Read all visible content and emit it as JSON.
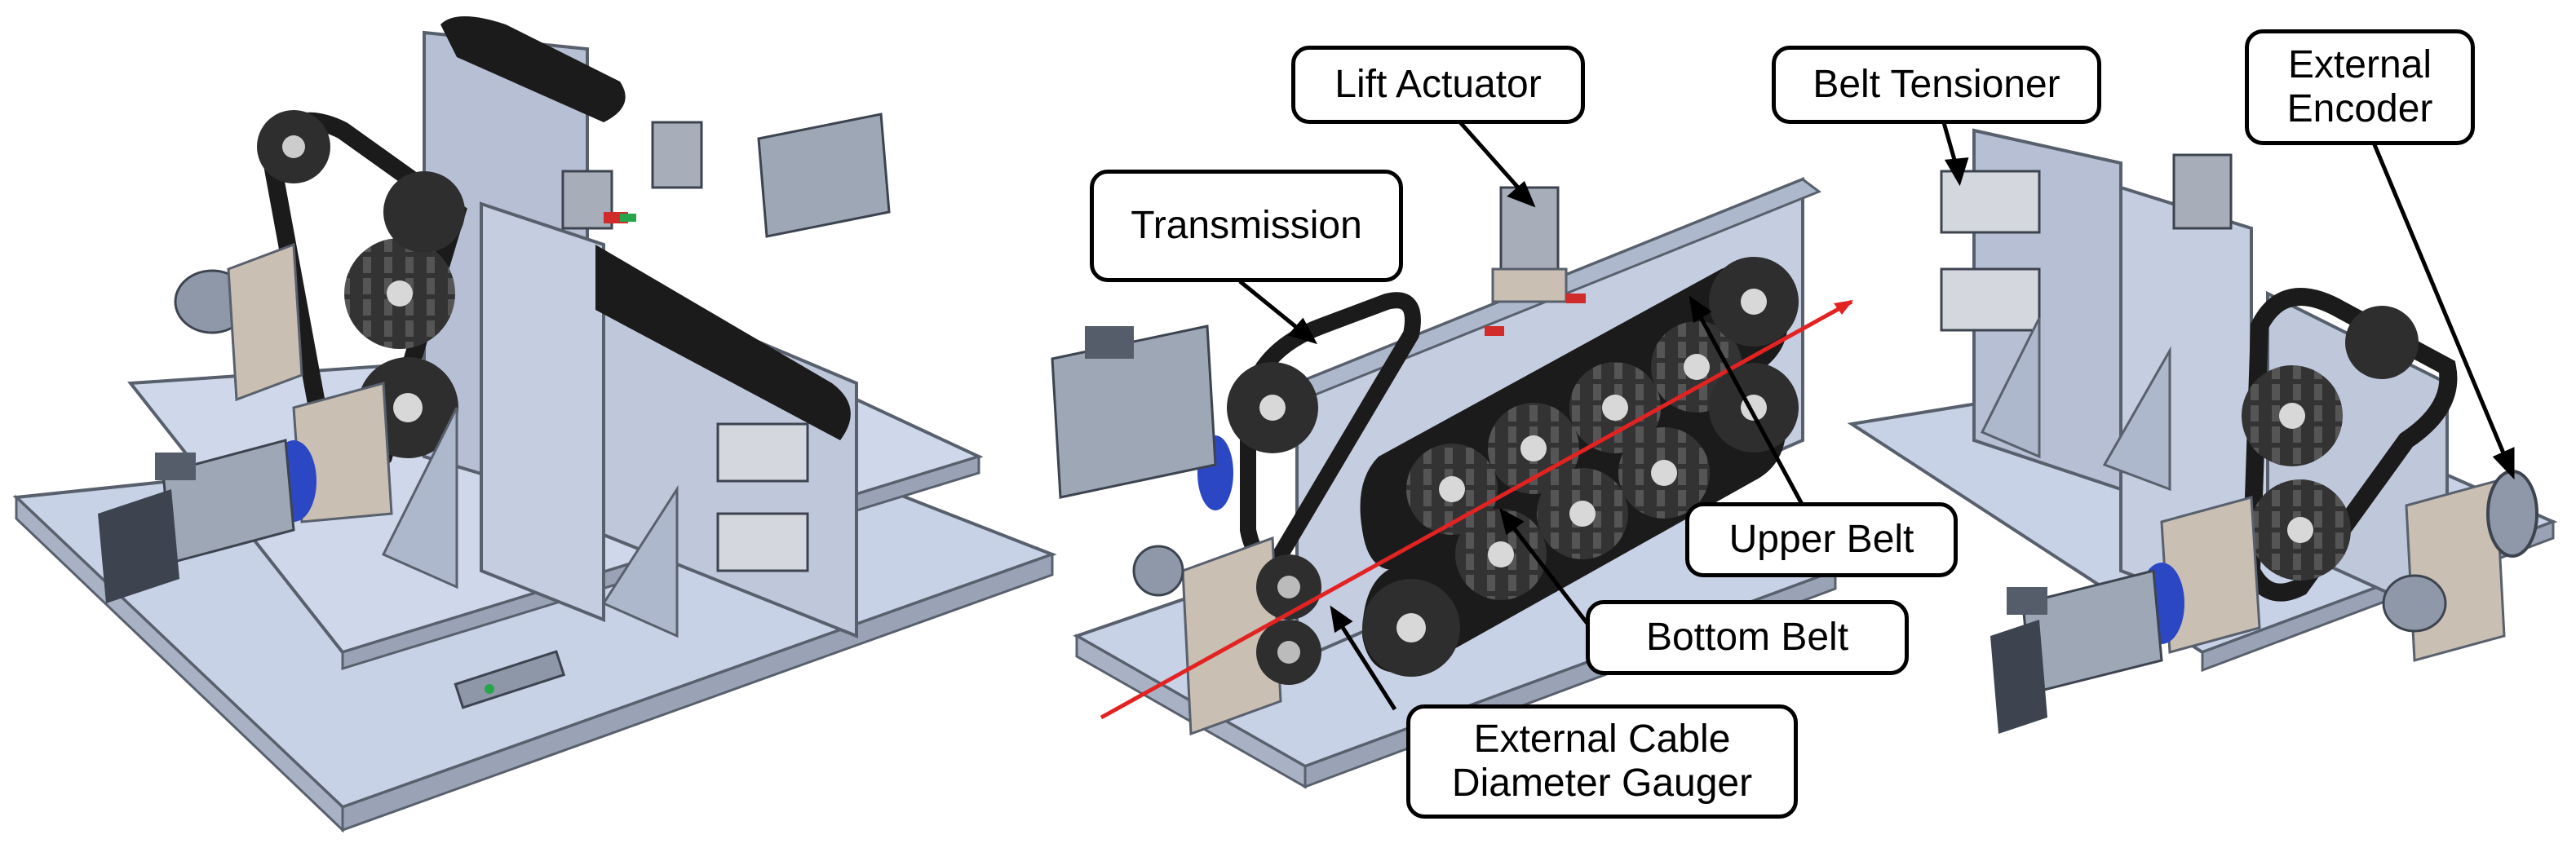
{
  "colors": {
    "plate": "#c8d2e6",
    "plate_edge": "#59606d",
    "belt": "#1b1b1b",
    "pulley": "#2e2e2e",
    "motor": "#9ea7b5",
    "motor_cap": "#3d4450",
    "motor_ring": "#2c47c4",
    "bracket": "#c9bfb2",
    "cable_line": "#e32222",
    "guide_green": "#26a64a",
    "guide_red": "#d12b2b"
  },
  "labels": {
    "lift_actuator": "Lift Actuator",
    "belt_tensioner": "Belt Tensioner",
    "external_encoder": [
      "External",
      "Encoder"
    ],
    "transmission": "Transmission",
    "upper_belt": "Upper Belt",
    "bottom_belt": "Bottom Belt",
    "external_cable_gauger": [
      "External Cable",
      "Diameter Gauger"
    ]
  }
}
